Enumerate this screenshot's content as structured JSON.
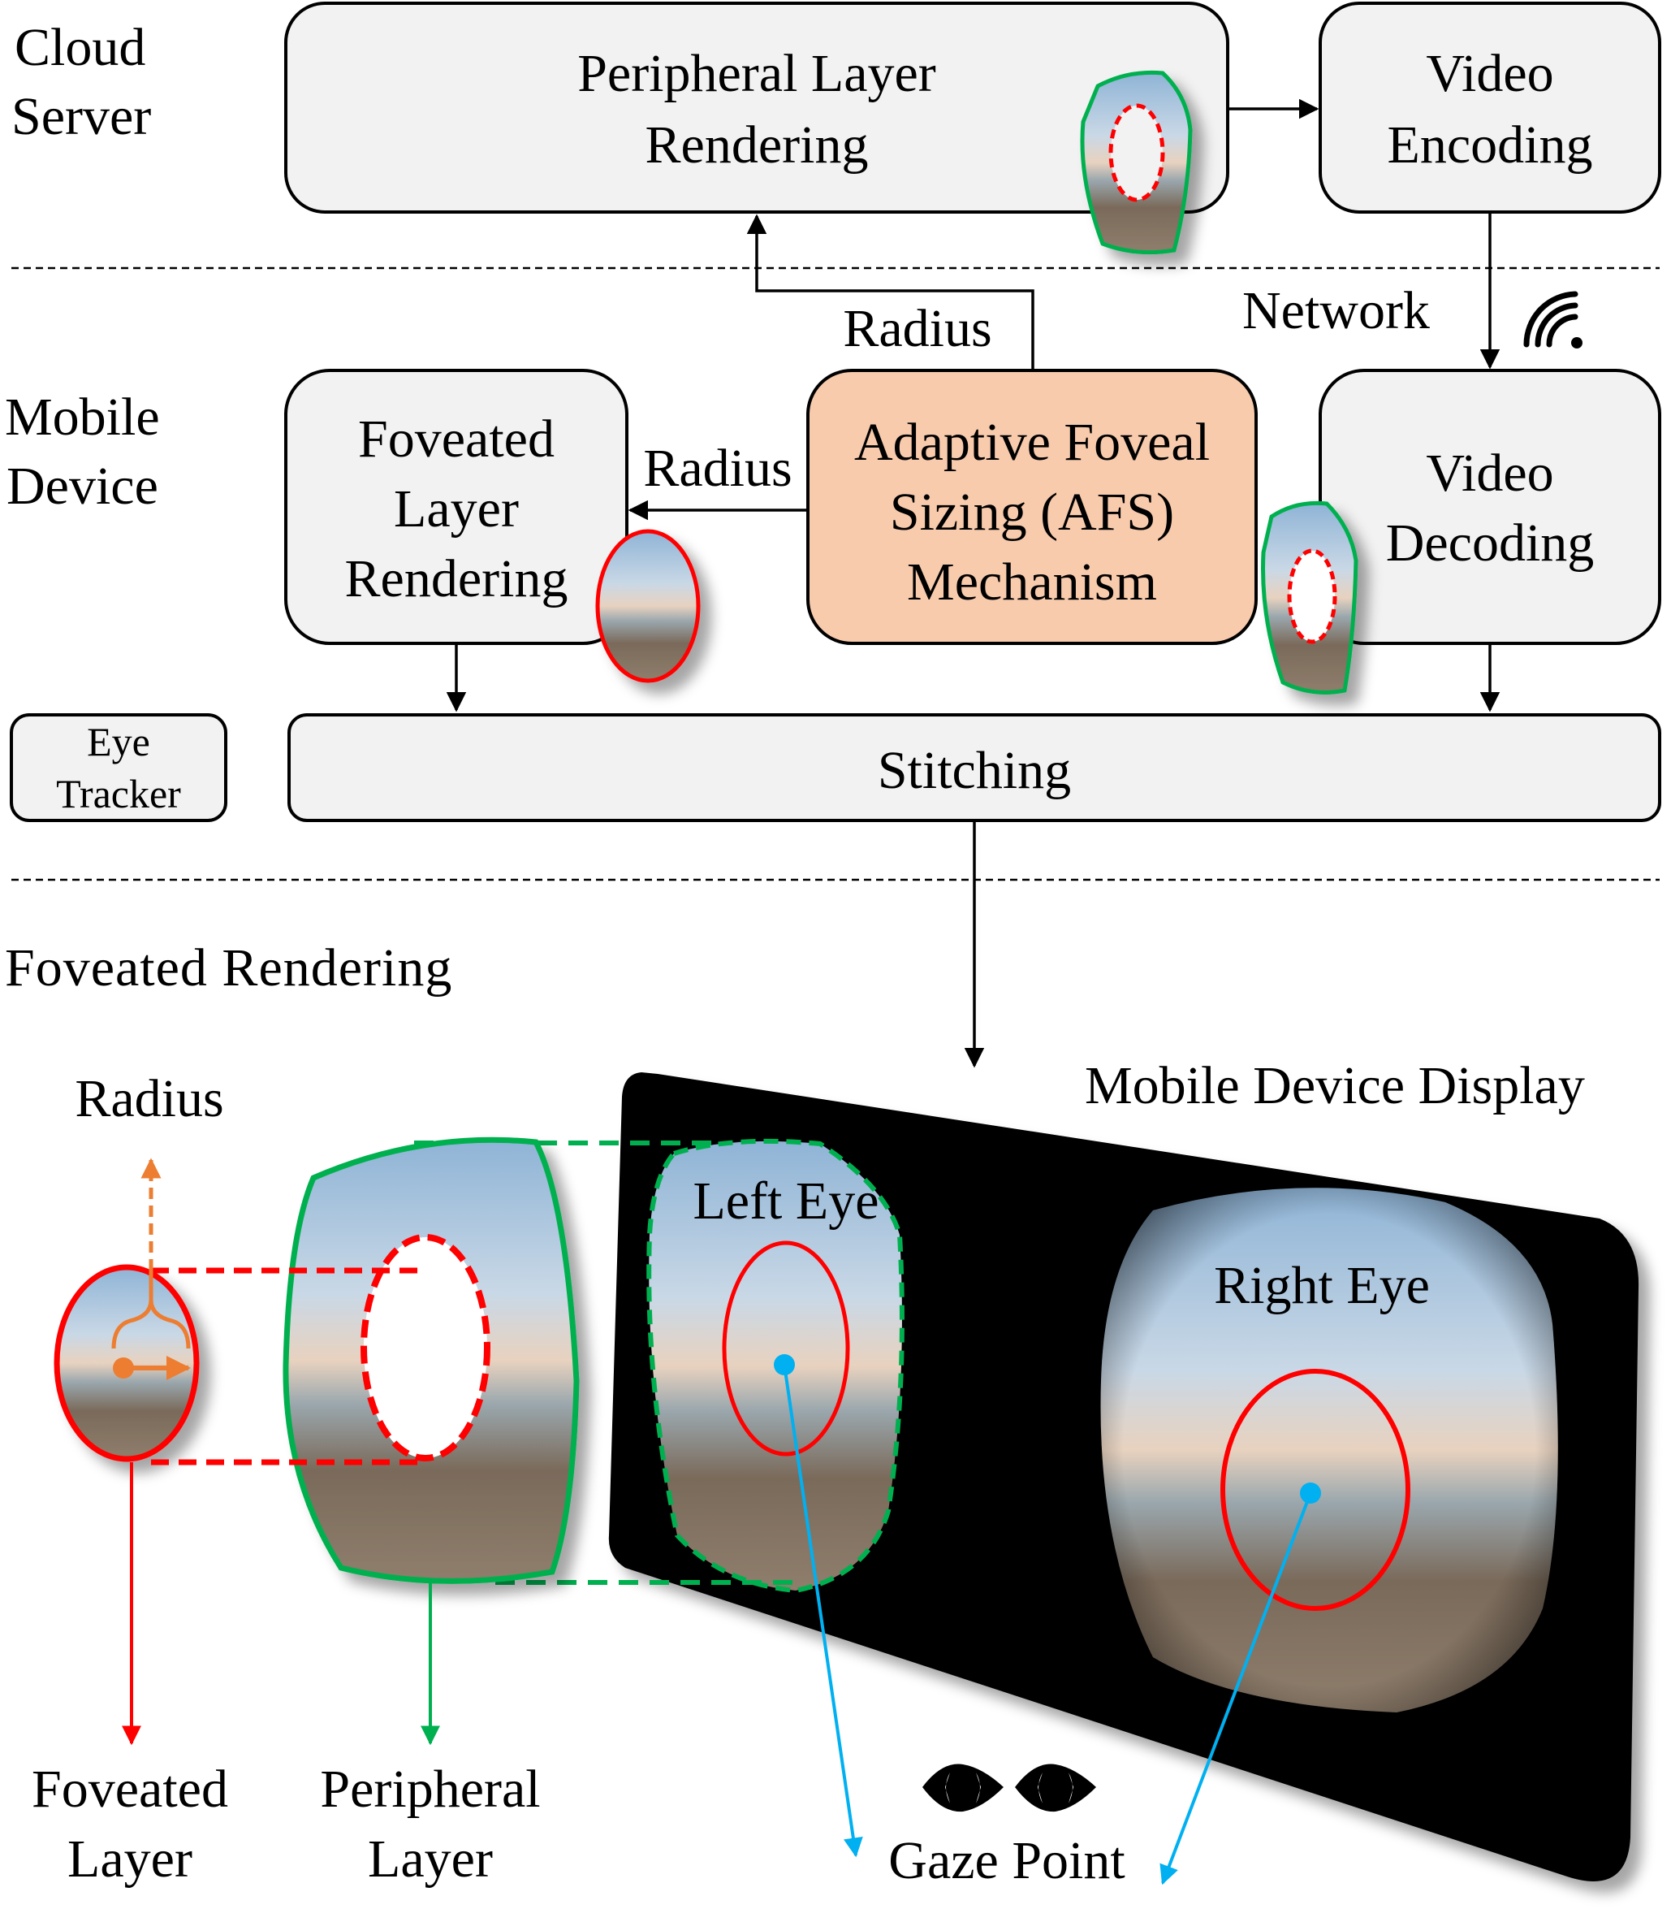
{
  "sections": {
    "cloud": [
      "Cloud",
      "Server"
    ],
    "mobile": [
      "Mobile",
      "Device"
    ],
    "foveated": "Foveated Rendering"
  },
  "boxes": {
    "peripheral_rendering": [
      "Peripheral Layer",
      "Rendering"
    ],
    "video_encoding": [
      "Video",
      "Encoding"
    ],
    "foveated_rendering": [
      "Foveated",
      "Layer",
      "Rendering"
    ],
    "afs": [
      "Adaptive Foveal",
      "Sizing (AFS)",
      "Mechanism"
    ],
    "video_decoding": [
      "Video",
      "Decoding"
    ],
    "eye_tracker": [
      "Eye",
      "Tracker"
    ],
    "stitching": "Stitching"
  },
  "edge_labels": {
    "radius_up": "Radius",
    "radius_left": "Radius",
    "network": "Network",
    "radius_orange": "Radius"
  },
  "display": {
    "title": "Mobile Device Display",
    "left_eye": "Left Eye",
    "right_eye": "Right Eye"
  },
  "bottom_labels": {
    "foveated_layer": [
      "Foveated",
      "Layer"
    ],
    "peripheral_layer": [
      "Peripheral",
      "Layer"
    ],
    "gaze_point": "Gaze Point"
  },
  "icons": {
    "network": "wifi-signal-icon",
    "eyes": "eyes-icon"
  },
  "colors": {
    "box_fill": "#f2f2f2",
    "afs_fill": "#f8cbad",
    "foveal_red": "#ff0000",
    "peripheral_green": "#00b050",
    "radius_orange": "#ed7d31",
    "gaze_blue": "#00b0f0",
    "display_black": "#000000"
  }
}
